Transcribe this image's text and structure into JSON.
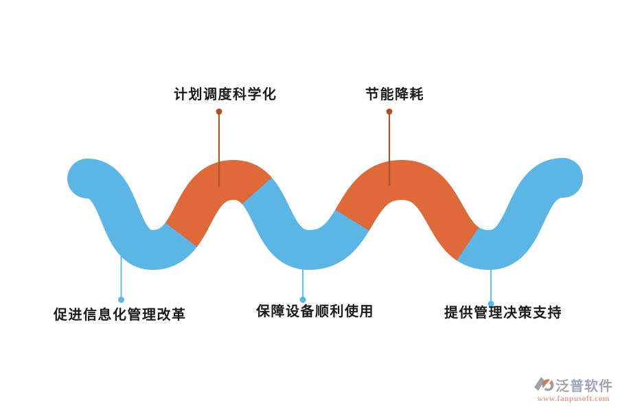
{
  "colors": {
    "wave_blue": "#5bb6e5",
    "wave_orange": "#e0693a",
    "connector_top": "#b25023",
    "connector_bottom": "#5bb6e5",
    "label_text": "#1a1a1a",
    "brand_text": "#9fa7b4",
    "brand_url": "#e4a28f"
  },
  "labels": {
    "top": [
      {
        "text": "计划调度科学化"
      },
      {
        "text": "节能降耗"
      }
    ],
    "bottom": [
      {
        "text": "促进信息化管理改革"
      },
      {
        "text": "保障设备顺利使用"
      },
      {
        "text": "提供管理决策支持"
      }
    ]
  },
  "watermark": {
    "brand": "泛普软件",
    "url": "www.fanpusoft.com"
  }
}
